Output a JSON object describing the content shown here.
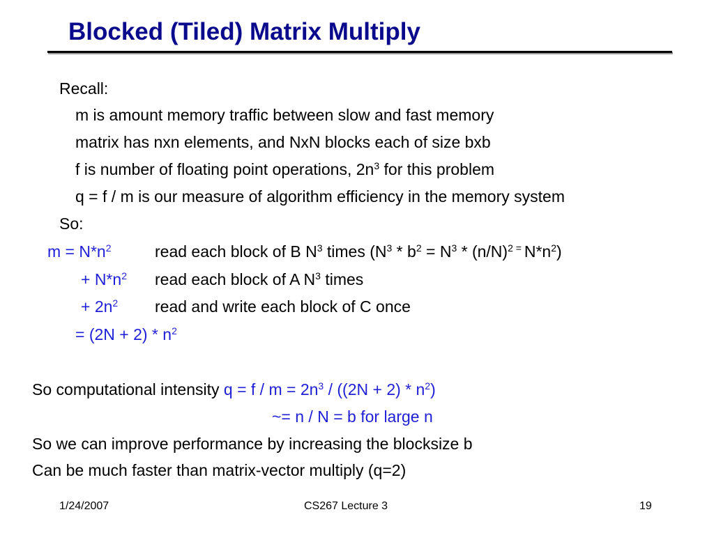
{
  "slide": {
    "title": "Blocked (Tiled) Matrix Multiply",
    "recall": "Recall:",
    "recall_items": [
      "m is amount memory traffic between slow and fast memory",
      "matrix has nxn elements, and NxN blocks each of size bxb",
      "f is number of floating point operations, 2n",
      "q = f / m is our measure of algorithm efficiency in the memory system"
    ],
    "recall_item3_exp": "3",
    "recall_item3_tail": " for this problem",
    "so": "So:",
    "eq": {
      "l1_lhs": "m =  N*n",
      "l1_desc_a": "read each block of B  N",
      "l1_desc_b": " times (N",
      "l1_desc_c": " * b",
      "l1_desc_d": " = N",
      "l1_desc_e": " * (n/N)",
      "l1_desc_f": " = ",
      "l1_desc_g": "N*n",
      "l1_desc_h": ")",
      "l2_lhs": "+ N*n",
      "l2_desc_a": "read each block of A  N",
      "l2_desc_b": " times",
      "l3_lhs": "+ 2n",
      "l3_desc": "read and write each block of C once",
      "l4_a": "=  (2N + 2) * n",
      "exp2": "2",
      "exp3": "3"
    },
    "intensity_prefix": "So computational intensity ",
    "intensity_formula_a": "q = f / m = 2n",
    "intensity_formula_b": " / ((2N + 2) * n",
    "intensity_formula_c": ")",
    "approx": "~= n / N = b  for large n",
    "improve": "So we can improve performance by increasing the blocksize b",
    "faster": "Can be much faster than matrix-vector multiply (q=2)"
  },
  "footer": {
    "date": "1/24/2007",
    "course": "CS267 Lecture 3",
    "page": "19"
  },
  "colors": {
    "title": "#0a0a8c",
    "formula": "#1f1fd8",
    "text": "#000000"
  }
}
